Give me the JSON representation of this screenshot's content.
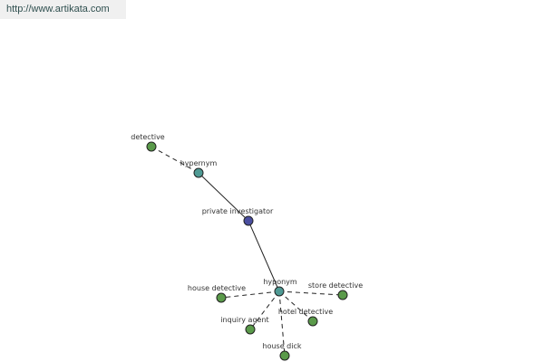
{
  "site": {
    "url": "http://www.artikata.com"
  },
  "colors": {
    "word_node": "#5a9a4a",
    "relation_node": "#4f9a94",
    "focus_node": "#4a4ea0"
  },
  "graph": {
    "nodes": {
      "detective": "detective",
      "hypernym": "hypernym",
      "private_investigator": "private investigator",
      "hyponym": "hyponym",
      "house_detective": "house detective",
      "store_detective": "store detective",
      "inquiry_agent": "inquiry agent",
      "hotel_detective": "hotel detective",
      "house_dick": "house dick"
    }
  }
}
